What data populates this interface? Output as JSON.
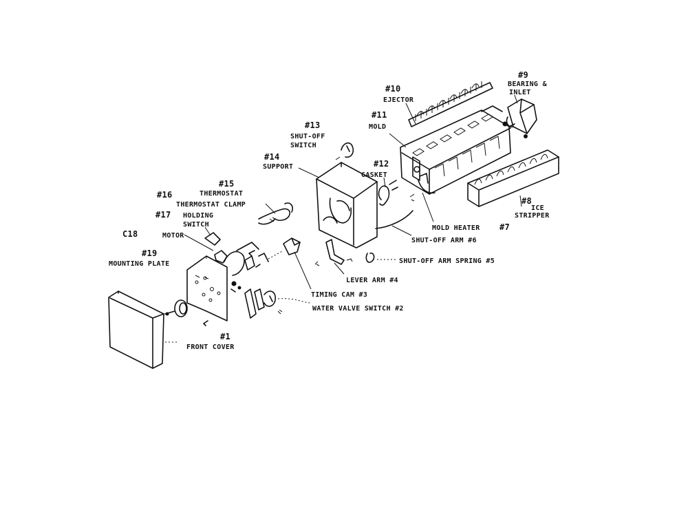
{
  "labels": {
    "n1": "#1",
    "front_cover": "FRONT COVER",
    "water_valve_switch": "WATER VALVE SWITCH #2",
    "timing_cam": "TIMING CAM #3",
    "lever_arm": "LEVER ARM #4",
    "shutoff_arm_spring": "SHUT-OFF ARM SPRING #5",
    "shutoff_arm": "SHUT-OFF ARM #6",
    "n7": "#7",
    "n8": "#8",
    "ice": "ICE",
    "stripper": "STRIPPER",
    "n9": "#9",
    "bearing_and": "BEARING &",
    "inlet": "INLET",
    "n10": "#10",
    "ejector": "EJECTOR",
    "n11": "#11",
    "mold": "MOLD",
    "mold_heater": "MOLD HEATER",
    "n12": "#12",
    "gasket": "GASKET",
    "n13": "#13",
    "shutoff": "SHUT-OFF",
    "switch_13": "SWITCH",
    "n14": "#14",
    "support": "SUPPORT",
    "n15": "#15",
    "thermostat": "THERMOSTAT",
    "n16": "#16",
    "thermostat_clamp": "THERMOSTAT CLAMP",
    "n17": "#17",
    "holding": "HOLDING",
    "switch_17": "SWITCH",
    "n18": "C18",
    "motor": "MOTOR",
    "n19": "#19",
    "mounting_plate": "MOUNTING PLATE"
  }
}
